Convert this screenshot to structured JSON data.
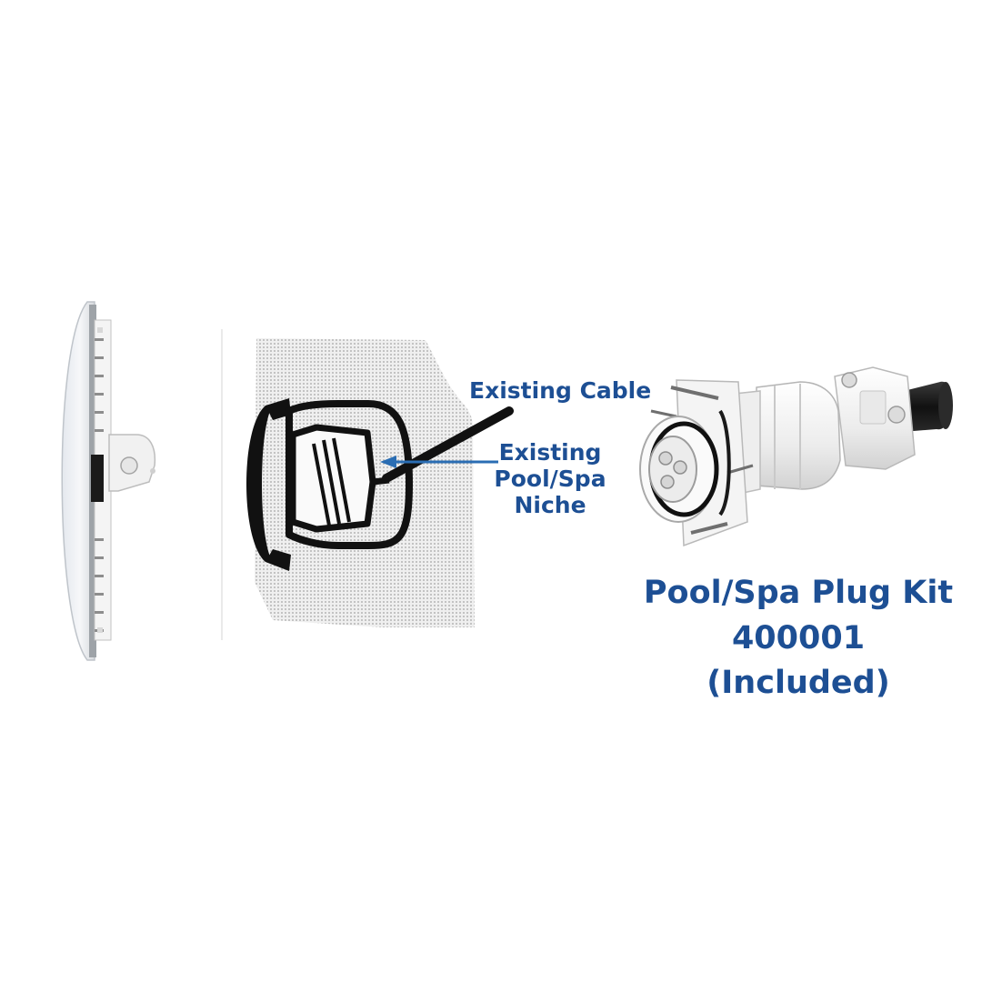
{
  "labels": {
    "existing_cable": "Existing Cable",
    "niche": [
      "Existing",
      "Pool/Spa",
      "Niche"
    ],
    "kit": {
      "name": "Pool/Spa Plug Kit",
      "part_number": "400001",
      "note": "(Included)"
    }
  },
  "colors": {
    "label_blue": "#1d4f94",
    "arrow_blue": "#2a6db3",
    "outline_black": "#111111",
    "mesh_gray": "#c9c9c9",
    "part_white": "#f2f2f2",
    "connector_black": "#1b1b1b"
  },
  "icons": [
    "light-fixture-side-icon",
    "niche-cross-section-icon",
    "plug-kit-icon",
    "pointer-arrow-icon"
  ]
}
